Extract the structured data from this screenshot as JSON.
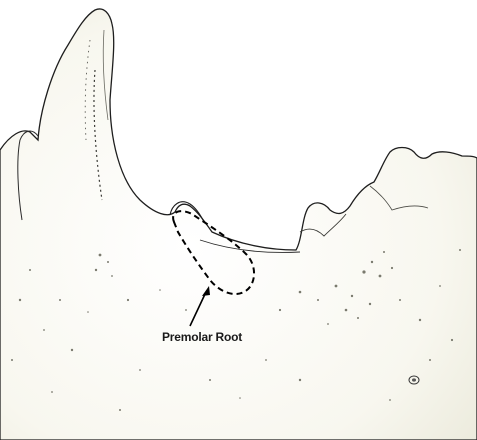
{
  "image": {
    "subject": "jaw-bone",
    "annotation": {
      "label": "Premolar Root",
      "marker": "dashed-outline",
      "pointer": "arrow-up-right"
    }
  },
  "colors": {
    "background": "#ffffff",
    "bone_fill": "#f6f5ec",
    "bone_outline": "#1e1e1e",
    "annotation": "#000000",
    "texture": "#7a7a6e"
  }
}
